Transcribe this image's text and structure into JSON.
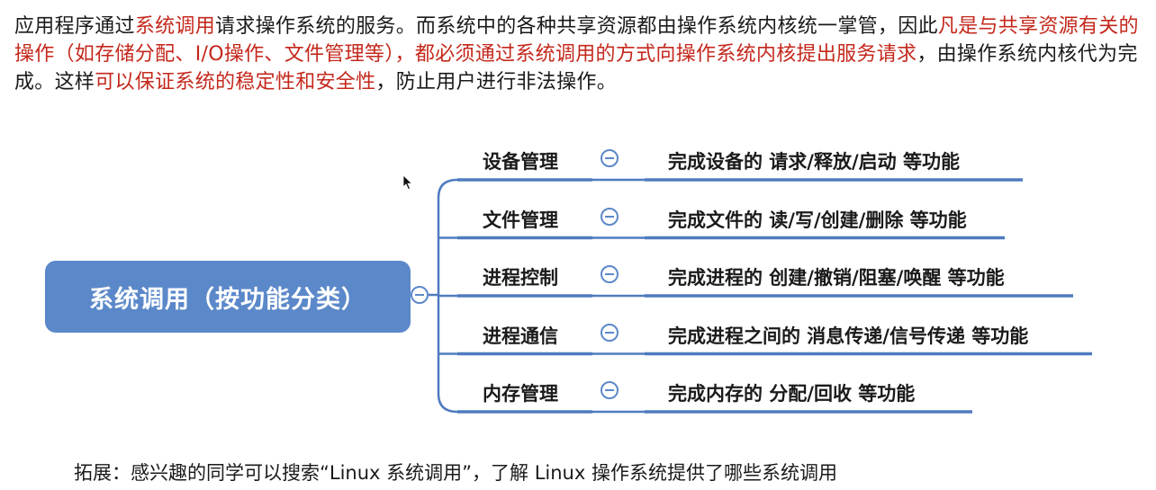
{
  "intro": {
    "t1": "应用程序通过",
    "t2": "系统调用",
    "t3": "请求操作系统的服务。而系统中的各种共享资源都由操作系统内核统一掌管，因此",
    "t4": "凡是与共享资源有关的操作（如存储分配、I/O操作、文件管理等），都必须通过系统调用的方式向操作系统内核提出服务请求",
    "t5": "，由操作系统内核代为完成。这样",
    "t6": "可以保证系统的稳定性和安全性",
    "t7": "，防止用户进行非法操作。"
  },
  "root": {
    "label": "系统调用（按功能分类）"
  },
  "branches": [
    {
      "label": "设备管理",
      "detail": "完成设备的 请求/释放/启动 等功能"
    },
    {
      "label": "文件管理",
      "detail": "完成文件的 读/写/创建/删除 等功能"
    },
    {
      "label": "进程控制",
      "detail": "完成进程的 创建/撤销/阻塞/唤醒 等功能"
    },
    {
      "label": "进程通信",
      "detail": "完成进程之间的 消息传递/信号传递 等功能"
    },
    {
      "label": "内存管理",
      "detail": "完成内存的 分配/回收 等功能"
    }
  ],
  "colors": {
    "accent_red": "#c4281c",
    "node_blue": "#5b88c9",
    "line_blue": "#4f7bbf"
  },
  "footer": {
    "text": "拓展：感兴趣的同学可以搜索“Linux 系统调用”，了解 Linux 操作系统提供了哪些系统调用"
  }
}
